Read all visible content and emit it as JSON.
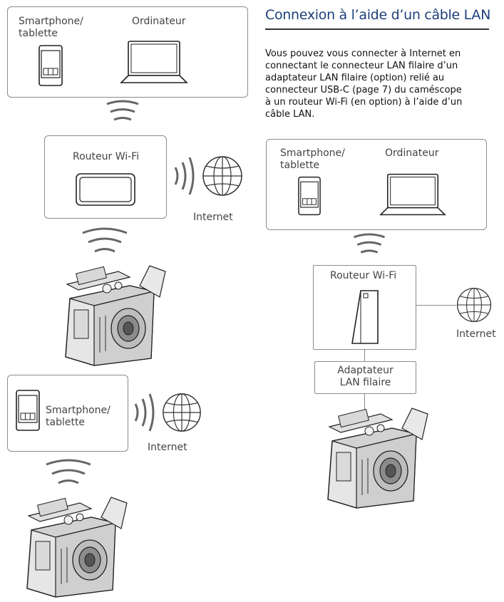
{
  "left_diagram": {
    "top_box": {
      "label_phone": [
        "Smartphone/",
        "tablette"
      ],
      "label_computer": "Ordinateur"
    },
    "router_label": "Routeur Wi-Fi",
    "internet_label": "Internet"
  },
  "bottom_diagram": {
    "phone_label": [
      "Smartphone/",
      "tablette"
    ],
    "internet_label": "Internet"
  },
  "right_section": {
    "title": "Connexion à l’aide d’un câble LAN",
    "paragraph_lines": [
      "Vous pouvez vous connecter à Internet en",
      "connectant le connecteur LAN filaire d’un",
      "adaptateur LAN filaire (option) relié au",
      "connecteur USB-C (page 7) du caméscope",
      "à un routeur Wi-Fi (en option) à l’aide d’un",
      "câble LAN."
    ],
    "devices_box": {
      "label_phone": [
        "Smartphone/",
        "tablette"
      ],
      "label_computer": "Ordinateur"
    },
    "router_label": "Routeur Wi-Fi",
    "internet_label": "Internet",
    "adapter_label": [
      "Adaptateur",
      "LAN filaire"
    ]
  }
}
